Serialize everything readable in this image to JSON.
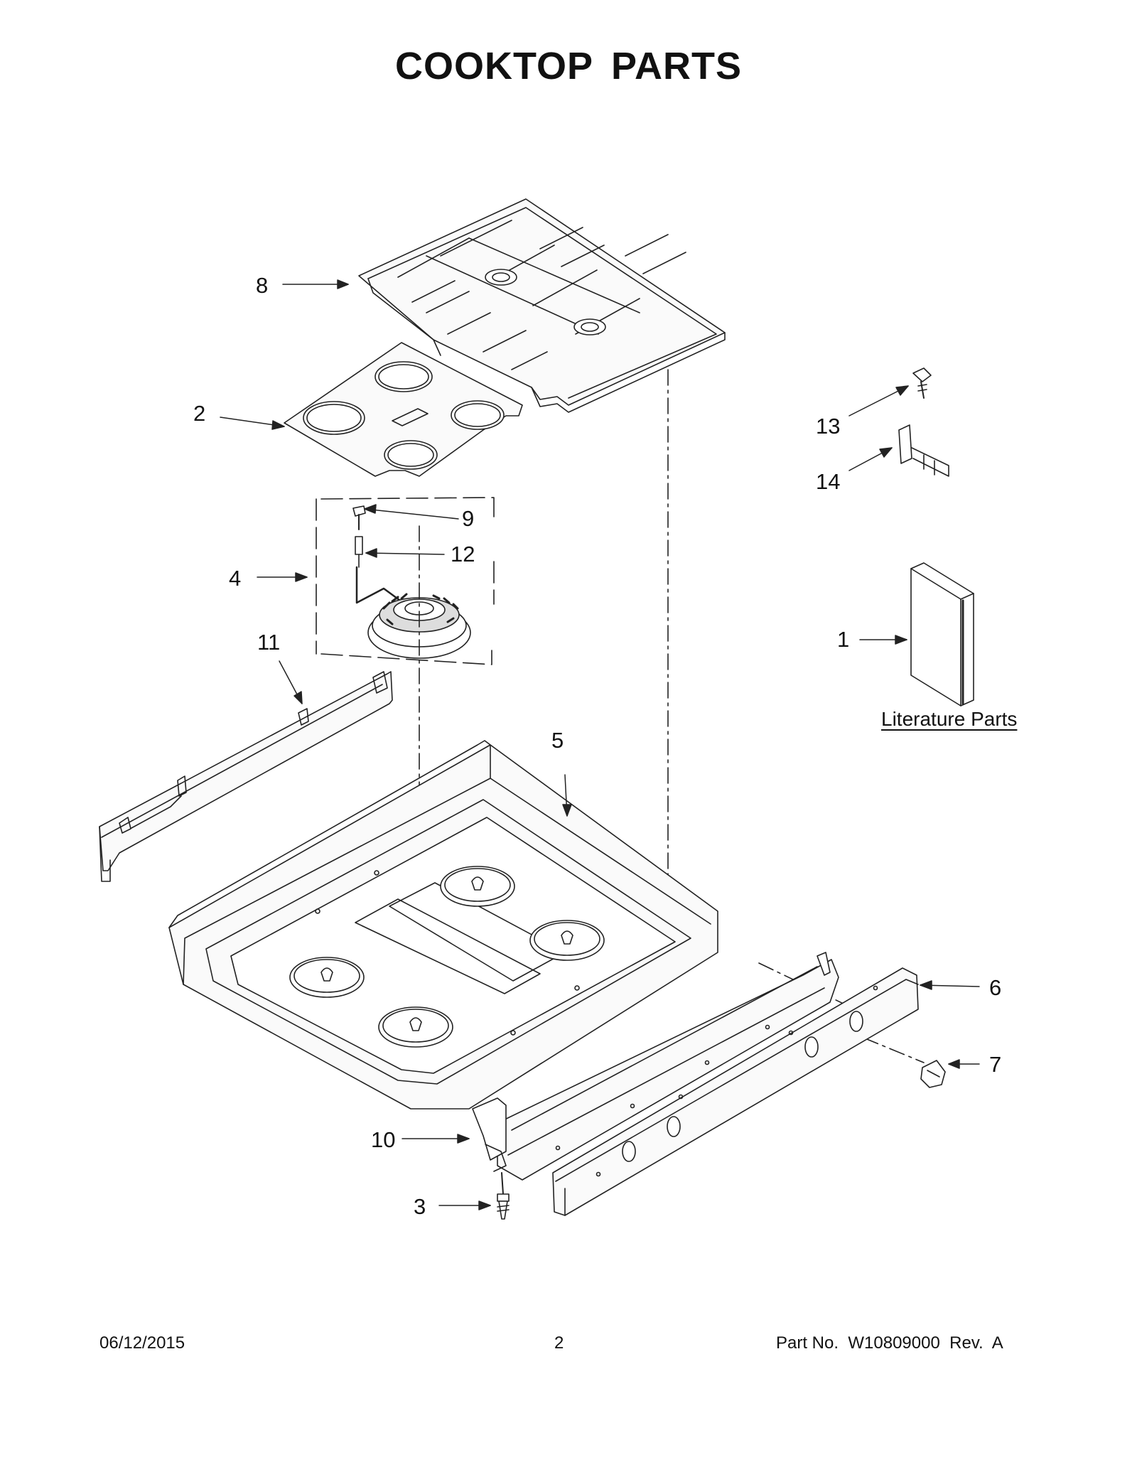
{
  "title": "COOKTOP PARTS",
  "callouts": {
    "c1": "1",
    "c2": "2",
    "c3": "3",
    "c4": "4",
    "c5": "5",
    "c6": "6",
    "c7": "7",
    "c8": "8",
    "c9": "9",
    "c10": "10",
    "c11": "11",
    "c12": "12",
    "c13": "13",
    "c14": "14"
  },
  "literature_label": "Literature Parts",
  "footer": {
    "date": "06/12/2015",
    "page": "2",
    "part_no": "Part No.  W10809000  Rev.  A"
  },
  "icons": [
    "grate",
    "cooktop-glass",
    "burner",
    "screw",
    "electrode",
    "cooktop-base",
    "manifold-panel",
    "control-panel",
    "knob",
    "bracket",
    "rear-panel",
    "literature-book"
  ]
}
